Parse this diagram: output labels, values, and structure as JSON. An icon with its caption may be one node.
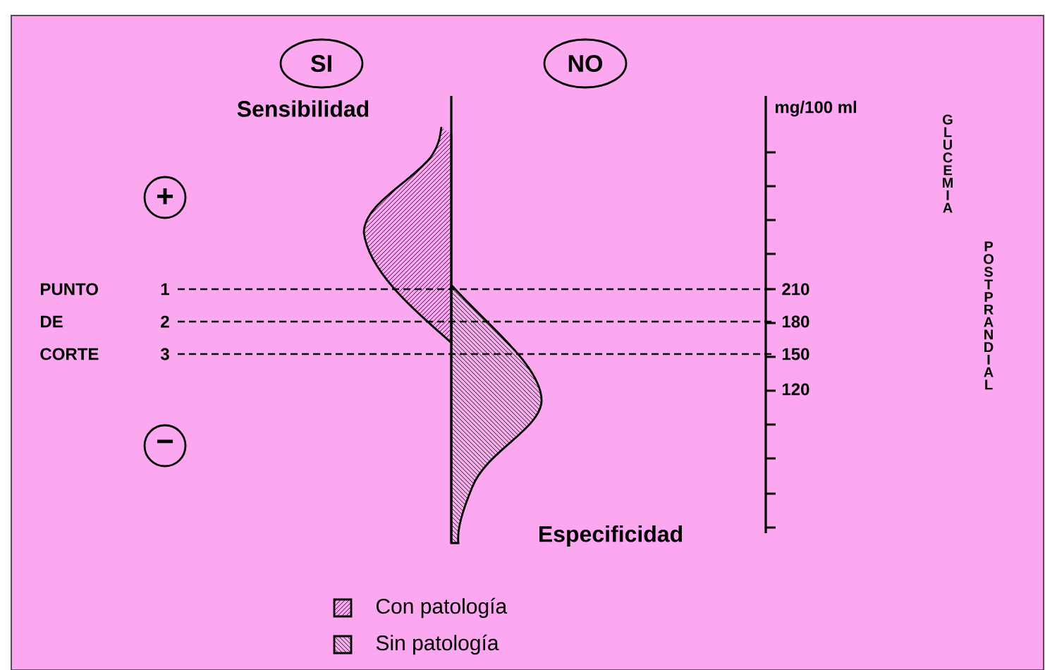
{
  "diagram": {
    "nodes": [
      {
        "text": [
          "SI"
        ]
      },
      {
        "text": [
          "NO"
        ]
      },
      {
        "text": [
          "+"
        ]
      },
      {
        "text": [
          "−"
        ]
      }
    ],
    "labels": [
      "Sensibilidad",
      "mg/100 ml",
      "GLUCEMIA",
      "POSTPRANDIAL",
      "PUNTO",
      "1",
      "210",
      "DE",
      "2",
      "180",
      "CORTE",
      "3",
      "150",
      "120",
      "Especificidad"
    ],
    "legend": [
      {
        "text": "Con patología"
      },
      {
        "text": "Sin patología"
      }
    ]
  }
}
